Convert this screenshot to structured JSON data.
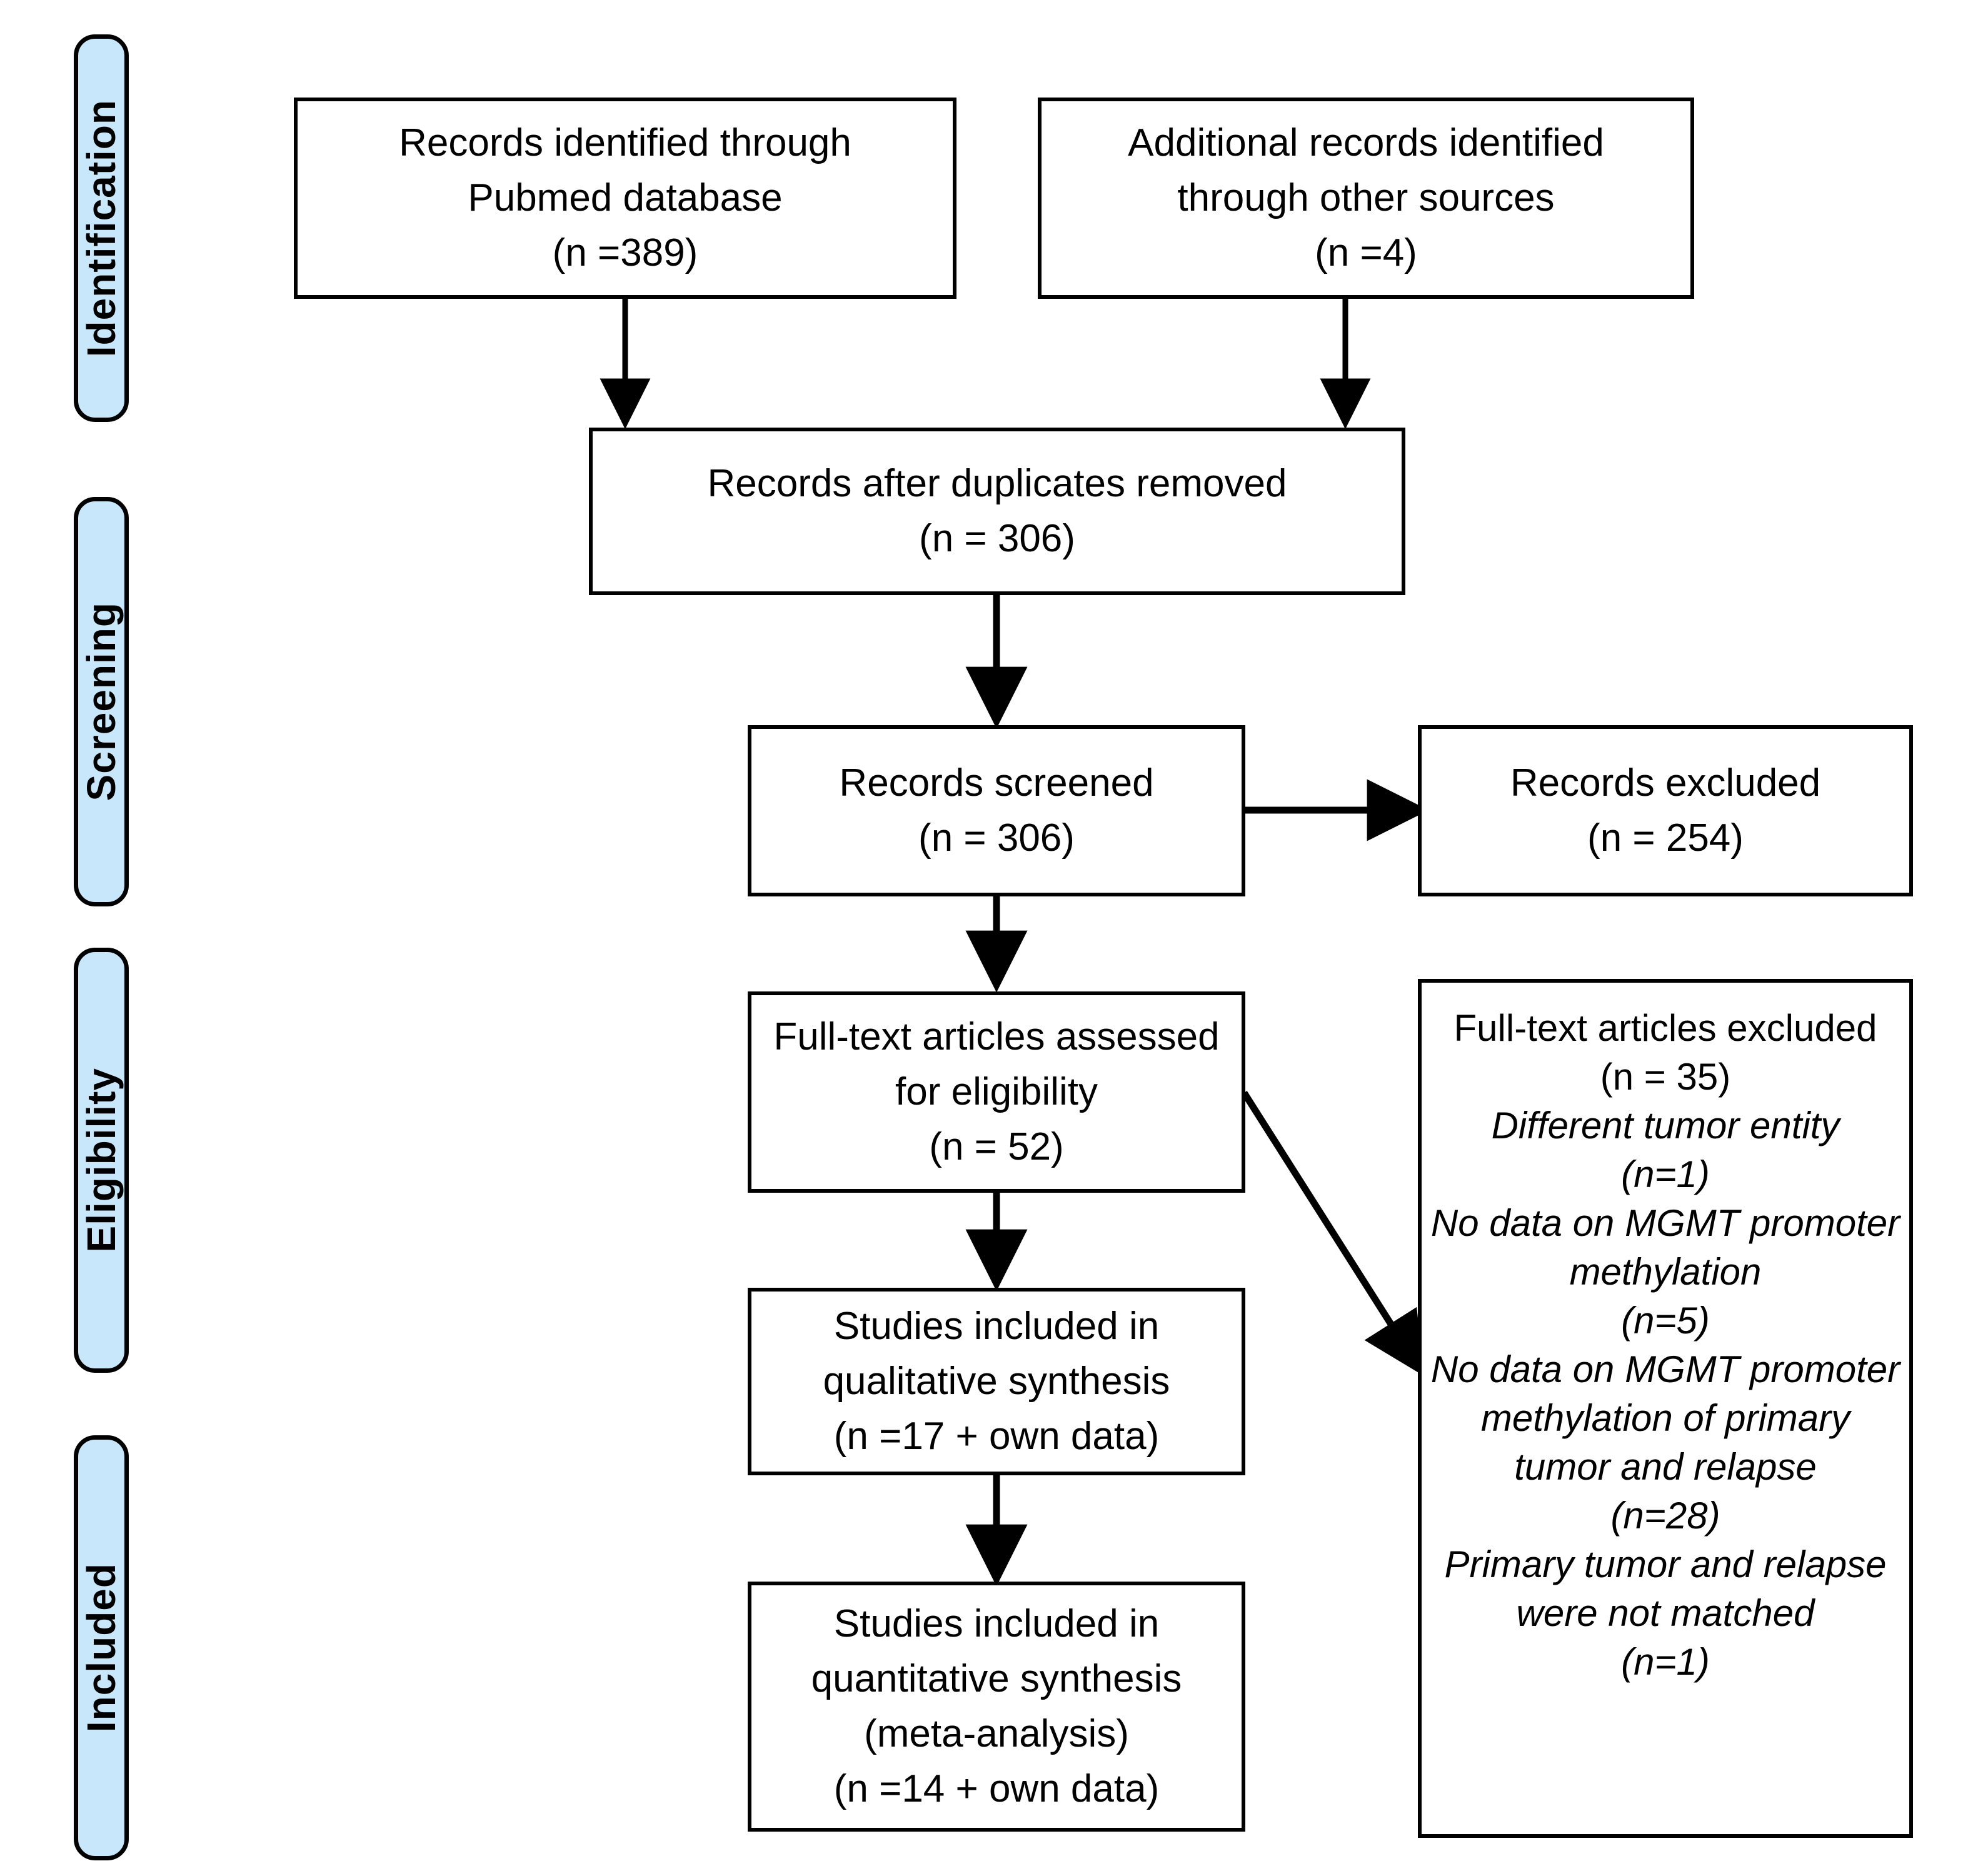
{
  "figure": {
    "type": "prisma-flow-diagram",
    "stages": [
      {
        "id": "identification",
        "label": "Identification"
      },
      {
        "id": "screening",
        "label": "Screening"
      },
      {
        "id": "eligibility",
        "label": "Eligibility"
      },
      {
        "id": "included",
        "label": "Included"
      }
    ],
    "colors": {
      "stage_fill": "#c9e7fa",
      "stage_border": "#000000",
      "box_fill": "#ffffff",
      "box_border": "#000000",
      "text": "#000000"
    },
    "boxes": {
      "records_identified": {
        "lines": [
          "Records identified through",
          "Pubmed database",
          "(n =389)"
        ],
        "count": 389
      },
      "additional_records": {
        "lines": [
          "Additional records identified",
          "through other sources",
          "(n =4)"
        ],
        "count": 4
      },
      "duplicates_removed": {
        "lines": [
          "Records after duplicates removed",
          "(n = 306)"
        ],
        "count": 306
      },
      "records_screened": {
        "lines": [
          "Records screened",
          "(n = 306)"
        ],
        "count": 306
      },
      "records_excluded": {
        "lines": [
          "Records excluded",
          "(n = 254)"
        ],
        "count": 254
      },
      "fulltext_assessed": {
        "lines": [
          "Full-text articles assessed",
          "for eligibility",
          "(n = 52)"
        ],
        "count": 52
      },
      "fulltext_excluded": {
        "header_lines": [
          "Full-text articles excluded",
          "(n = 35)"
        ],
        "count": 35,
        "reasons": [
          {
            "text": "Different tumor entity",
            "count_label": "(n=1)",
            "count": 1
          },
          {
            "text": "No data on MGMT promoter",
            "count_label": "",
            "count": null
          },
          {
            "text": "methylation",
            "count_label": "(n=5)",
            "count": 5
          },
          {
            "text": "No data on MGMT promoter",
            "count_label": "",
            "count": null
          },
          {
            "text": "methylation of primary",
            "count_label": "",
            "count": null
          },
          {
            "text": "tumor and relapse",
            "count_label": "(n=28)",
            "count": 28
          },
          {
            "text": "Primary tumor and relapse",
            "count_label": "",
            "count": null
          },
          {
            "text": "were not matched",
            "count_label": "(n=1)",
            "count": 1
          }
        ],
        "italic_lines": [
          "Different tumor entity",
          "(n=1)",
          "No data on MGMT promoter",
          "methylation",
          "(n=5)",
          "No data on MGMT promoter",
          "methylation of primary",
          "tumor and relapse",
          "(n=28)",
          "Primary tumor and relapse",
          "were not matched",
          "(n=1)"
        ]
      },
      "qualitative_synthesis": {
        "lines": [
          "Studies included in",
          "qualitative synthesis",
          "(n =17 + own data)"
        ],
        "count": 17
      },
      "quantitative_synthesis": {
        "lines": [
          "Studies included in",
          "quantitative synthesis",
          "(meta-analysis)",
          "(n =14 + own data)"
        ],
        "count": 14
      }
    }
  }
}
